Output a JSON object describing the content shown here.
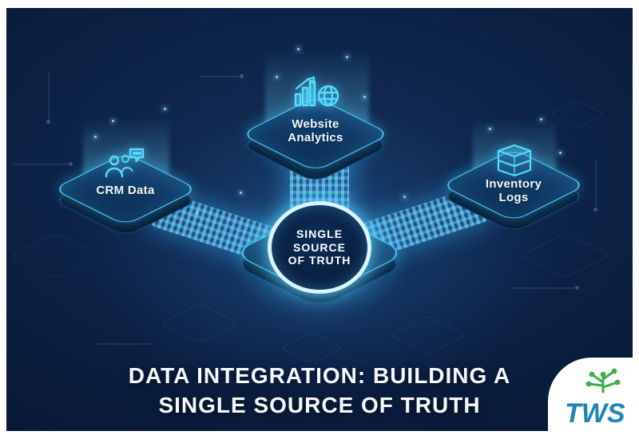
{
  "title": {
    "line1": "DATA INTEGRATION: BUILDING A",
    "line2": "SINGLE SOURCE OF TRUTH"
  },
  "diagram": {
    "center": {
      "line1": "SINGLE",
      "line2": "SOURCE",
      "line3": "OF TRUTH"
    },
    "sources": [
      {
        "id": "crm",
        "label": "CRM Data",
        "icon": "users-chat-icon"
      },
      {
        "id": "analytics",
        "label": "Website Analytics",
        "icon": "bar-chart-globe-icon"
      },
      {
        "id": "inventory",
        "label": "Inventory Logs",
        "icon": "stacked-boxes-icon"
      }
    ]
  },
  "logo": {
    "text": "TWS"
  },
  "colors": {
    "background": "#0a1d3c",
    "accent": "#3fd4ff",
    "title": "#f5f8fc",
    "logo_green": "#3fae49",
    "logo_teal": "#1f86b8"
  }
}
